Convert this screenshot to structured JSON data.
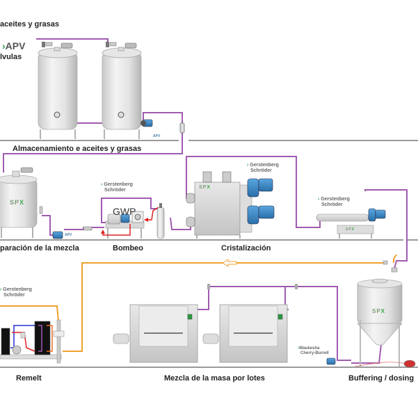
{
  "header": {
    "title_fragment": "aceites y grasas",
    "apv_brand": "APV",
    "valves_fragment": "lvulas"
  },
  "stages": {
    "storage": "Almacenamiento e aceites y grasas",
    "mix_prep": "paración de la mezcla",
    "pumping": "Bombeo",
    "crystallization": "Cristalización",
    "remelt": "Remelt",
    "batch_mixing": "Mezcla de la masa por lotes",
    "buffering": "Buffering / dosing"
  },
  "brands": {
    "gs_line1": "Gerstenberg",
    "gs_line2": "Schröder",
    "wcb_line1": "Waukesha",
    "wcb_line2": "Cherry-Burrell",
    "apv_small": "APV",
    "spx": "SP",
    "spx_x": "X"
  },
  "equipment": {
    "gwp": "GWP"
  },
  "colors": {
    "product_line": "#a05bb0",
    "return_line": "#f0a030",
    "heating_line": "#e02020",
    "cooling_line": "#2030d0",
    "floor": "#9a9a9a",
    "motor_blue": "#3a88c8",
    "brand_green": "#2e9e4a"
  }
}
